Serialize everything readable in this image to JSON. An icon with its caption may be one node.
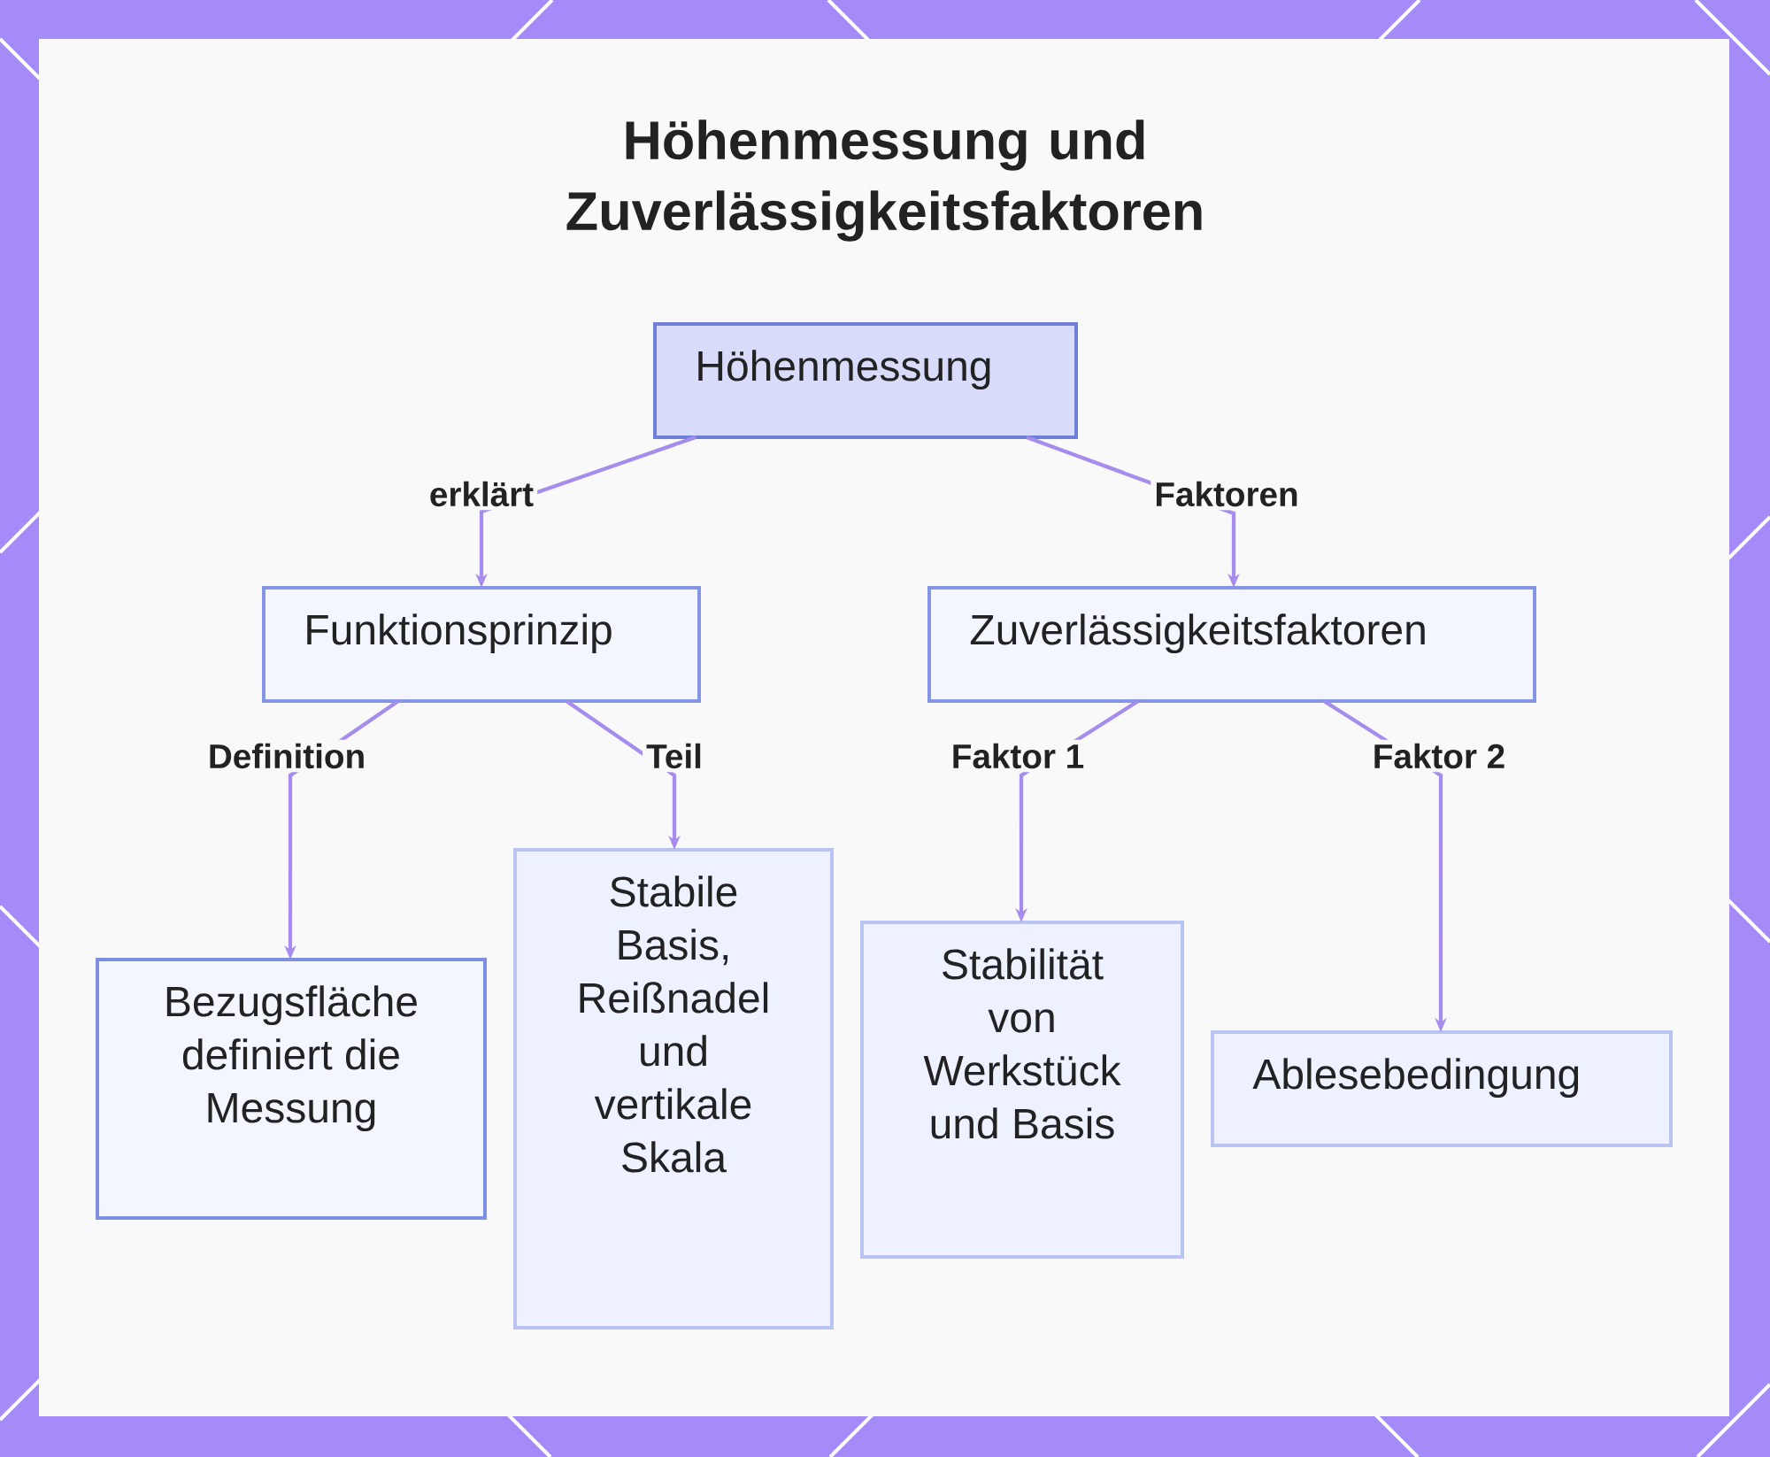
{
  "diagram": {
    "title": "Höhenmessung und Zuverlässigkeitsfaktoren",
    "nodes": [
      {
        "text": [
          "Höhenmessung"
        ]
      },
      {
        "text": [
          "Funktionsprinzip"
        ]
      },
      {
        "text": [
          "Zuverlässigkeitsfaktoren"
        ]
      },
      {
        "text": [
          "Bezugsfläche definiert die Messung"
        ]
      },
      {
        "text": [
          "Stabile Basis, Reißnadel und vertikale Skala"
        ]
      },
      {
        "text": [
          "Stabilität von Werkstück und Basis"
        ]
      },
      {
        "text": [
          "Ablesebedingung"
        ]
      }
    ],
    "edges": [
      {
        "from": 0,
        "to": 1,
        "arrow": "to",
        "label": "erklärt"
      },
      {
        "from": 0,
        "to": 2,
        "arrow": "to",
        "label": "Faktoren"
      },
      {
        "from": 1,
        "to": 3,
        "arrow": "to",
        "label": "Definition"
      },
      {
        "from": 1,
        "to": 4,
        "arrow": "to",
        "label": "Teil"
      },
      {
        "from": 2,
        "to": 5,
        "arrow": "to",
        "label": "Faktor 1"
      },
      {
        "from": 2,
        "to": 6,
        "arrow": "to",
        "label": "Faktor 2"
      }
    ]
  }
}
